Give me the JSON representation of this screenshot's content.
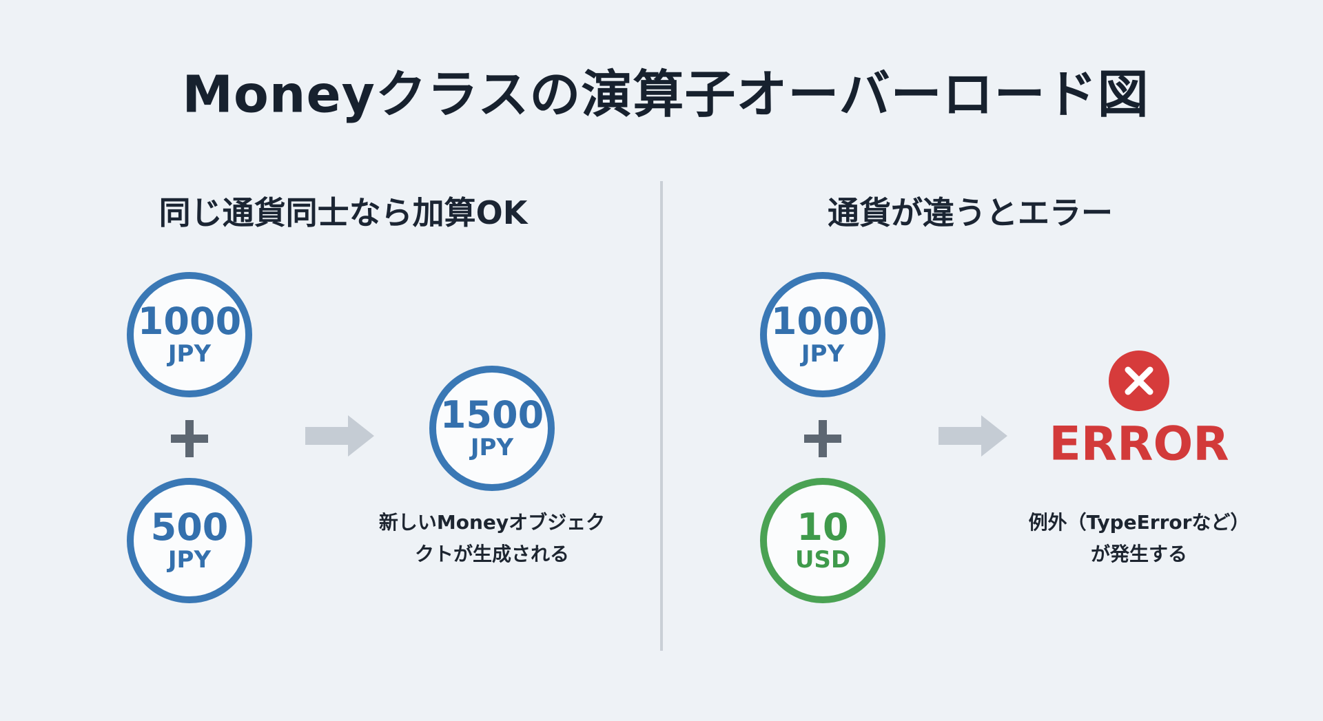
{
  "title": "Moneyクラスの演算子オーバーロード図",
  "left": {
    "heading": "同じ通貨同士なら加算OK",
    "operand1": {
      "amount": "1000",
      "currency": "JPY"
    },
    "operand2": {
      "amount": "500",
      "currency": "JPY"
    },
    "operator": "plus-icon",
    "result": {
      "amount": "1500",
      "currency": "JPY"
    },
    "caption_line1": "新しいMoneyオブジェク",
    "caption_line2": "クトが生成される"
  },
  "right": {
    "heading": "通貨が違うとエラー",
    "operand1": {
      "amount": "1000",
      "currency": "JPY"
    },
    "operand2": {
      "amount": "10",
      "currency": "USD"
    },
    "operator": "plus-icon",
    "result_label": "ERROR",
    "caption_line1": "例外（TypeErrorなど）",
    "caption_line2": "が発生する"
  },
  "colors": {
    "jpy": "#3a78b5",
    "usd": "#4aa253",
    "error": "#d63b3b",
    "background": "#eef2f6"
  }
}
